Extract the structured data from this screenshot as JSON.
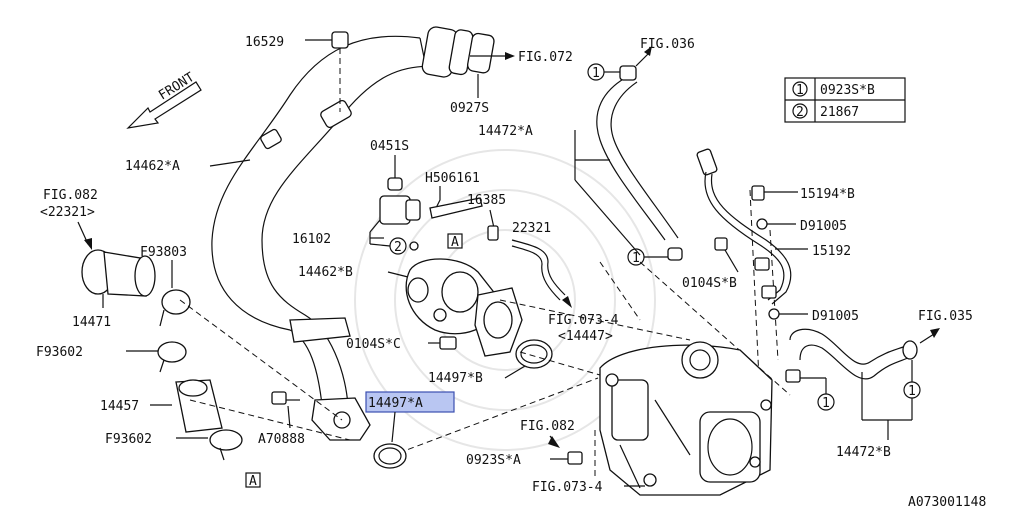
{
  "drawing_id": "A073001148",
  "front_label": "FRONT",
  "legend": [
    {
      "num": "1",
      "part": "0923S*B"
    },
    {
      "num": "2",
      "part": "21867"
    }
  ],
  "labels": {
    "p16529": "16529",
    "fig072": "FIG.072",
    "p0927s": "0927S",
    "fig036": "FIG.036",
    "p14472a": "14472*A",
    "p14462a": "14462*A",
    "p0451s": "0451S",
    "h506161": "H506161",
    "p16385": "16385",
    "p22321": "22321",
    "fig082_top": "FIG.082",
    "p22321_paren": "<22321>",
    "p16102": "16102",
    "f93803": "F93803",
    "p14462b": "14462*B",
    "p14471": "14471",
    "p15194b": "15194*B",
    "d91005_top": "D91005",
    "p15192": "15192",
    "p0104sb": "0104S*B",
    "d91005_bot": "D91005",
    "fig035": "FIG.035",
    "fig073_4_top": "FIG.073-4",
    "p14447_paren": "<14447>",
    "p0104sc": "0104S*C",
    "f93602_top": "F93602",
    "p14497b": "14497*B",
    "p14457": "14457",
    "p14497a": "14497*A",
    "fig082_mid": "FIG.082",
    "f93602_bot": "F93602",
    "a70888": "A70888",
    "p0923sa": "0923S*A",
    "fig073_4_bot": "FIG.073-4",
    "p14472b": "14472*B",
    "ref_a": "A",
    "circ1": "1",
    "circ2": "2"
  }
}
